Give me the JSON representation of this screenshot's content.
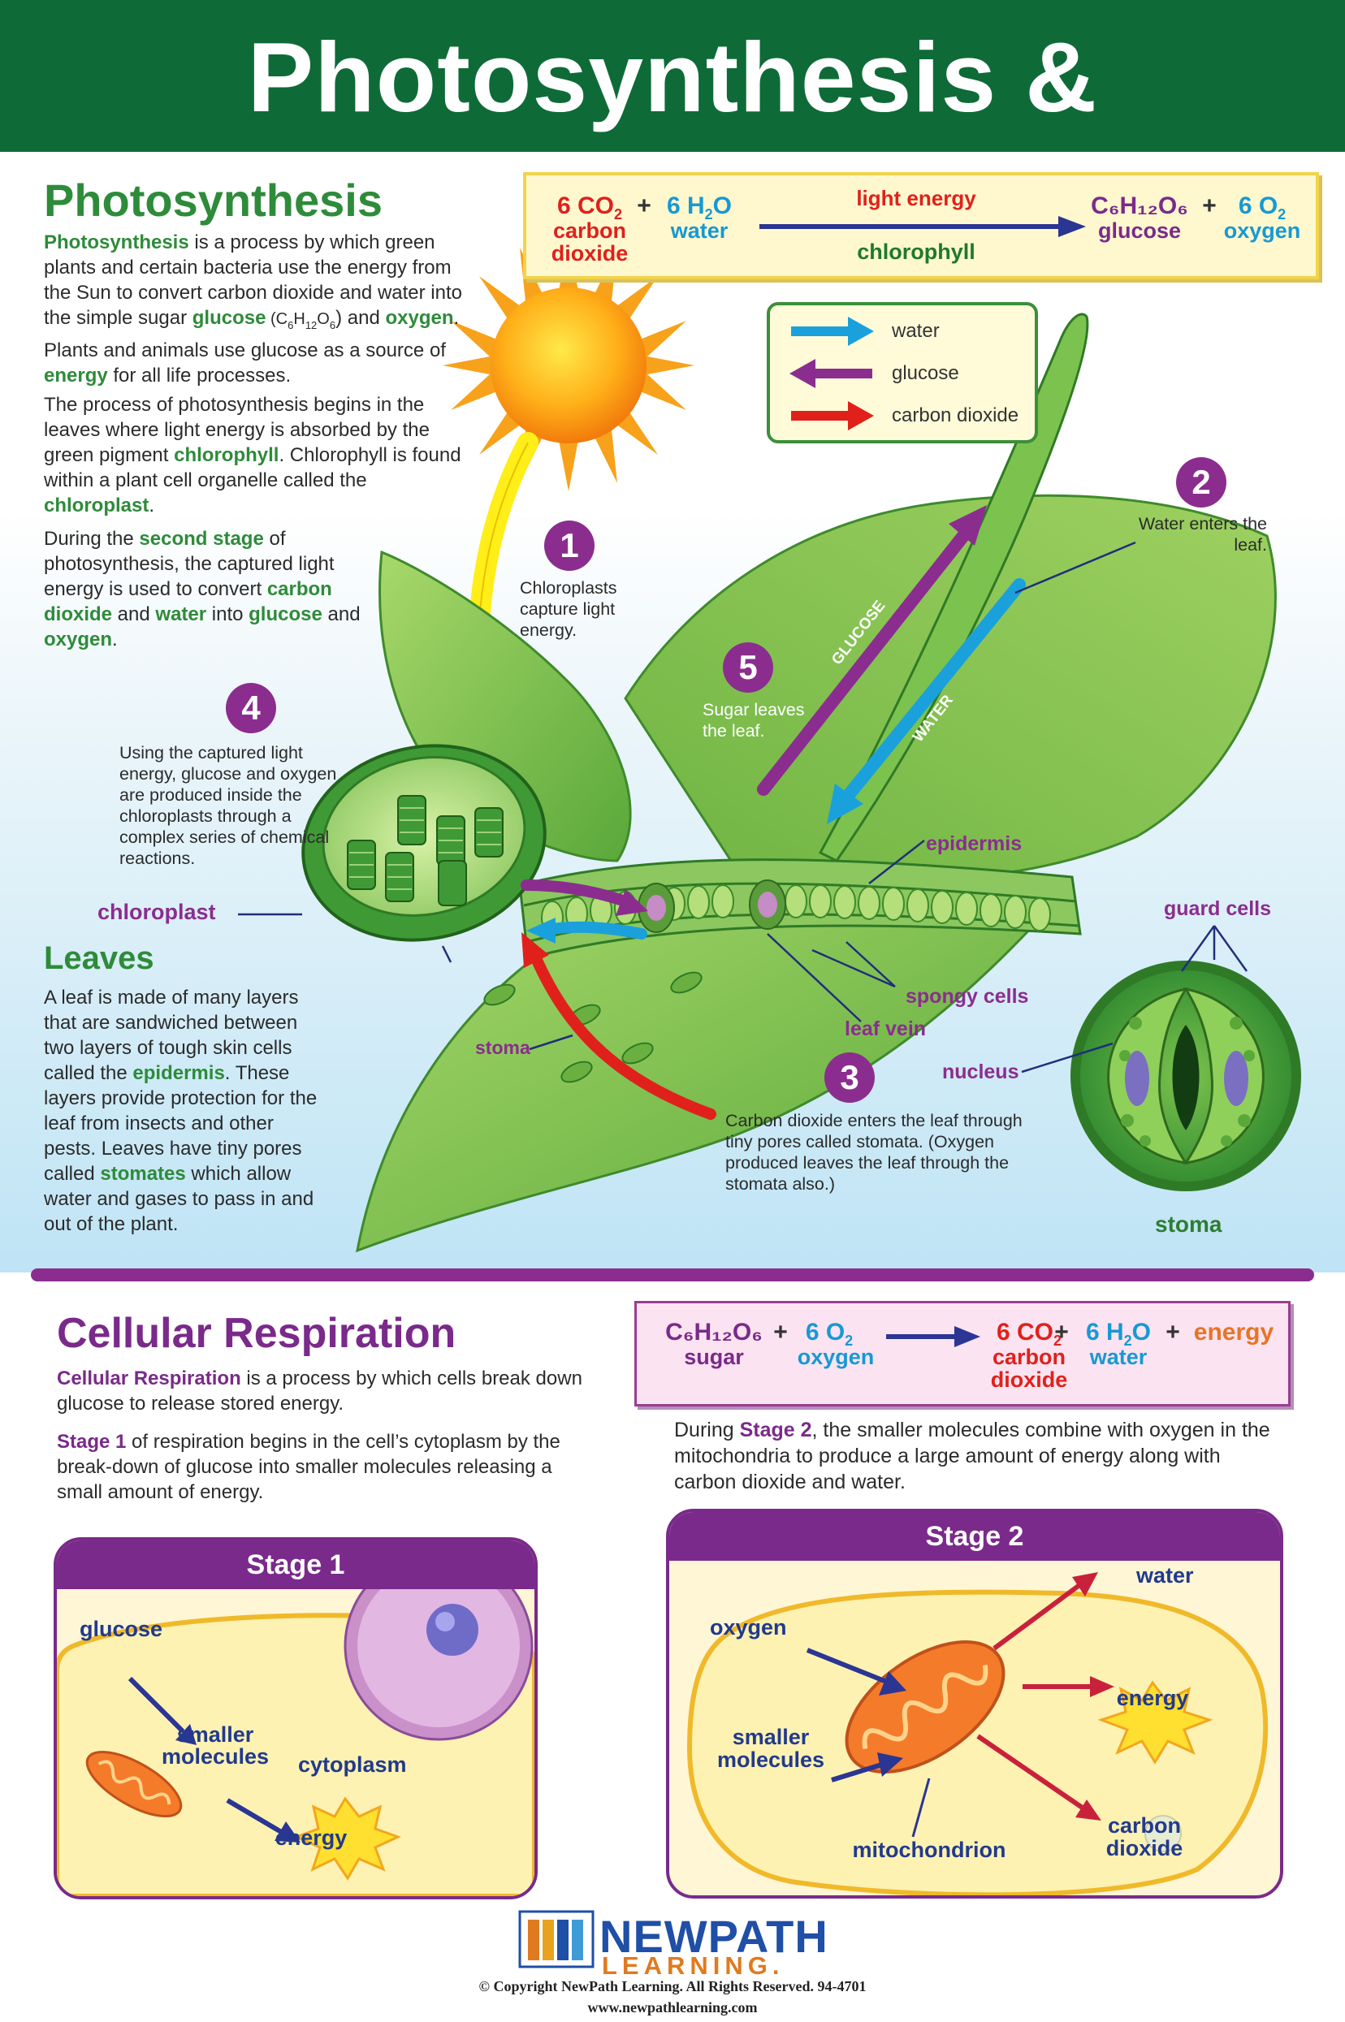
{
  "title": "Photosynthesis & Respiration",
  "photosynthesis": {
    "heading": "Photosynthesis",
    "paragraph1": {
      "term": "Photosynthesis",
      "t1": " is a process by which green plants and certain bacteria use the energy from the Sun to convert carbon dioxide and water into the simple sugar ",
      "glucose": "glucose",
      "formula_pre": " (C",
      "s6a": "6",
      "h": "H",
      "s12": "12",
      "o": "O",
      "s6b": "6",
      "formula_post": ") and ",
      "oxygen": "oxygen",
      "t2": ".  Plants and animals use glucose as a source of ",
      "energy": "energy",
      "t3": " for all life processes."
    },
    "paragraph2": {
      "t1": "The process of photosynthesis begins in the leaves where light energy is absorbed by the green pigment ",
      "chlorophyll": "chlorophyll",
      "t2": ".  Chlorophyll is found within a plant cell organelle called the ",
      "chloroplast": "chloroplast",
      "t3": "."
    },
    "paragraph3": {
      "t1": "During the ",
      "second_stage": "second stage",
      "t2": " of photosynthesis, the captured light energy is used to convert ",
      "carbon_dioxide": "carbon dioxide",
      "t3": " and ",
      "water": "water",
      "t4": " into ",
      "glucose": "glucose",
      "t5": " and ",
      "oxygen": "oxygen",
      "t6": "."
    },
    "equation": {
      "co2": "6 CO",
      "co2_sub": "2",
      "co2_label1": "carbon",
      "co2_label2": "dioxide",
      "plus1": "+",
      "h2o": "6 H",
      "h2o_sub": "2",
      "h2o_o": "O",
      "h2o_label": "water",
      "above_arrow": "light energy",
      "below_arrow": "chlorophyll",
      "glucose_formula": "C₆H₁₂O₆",
      "glucose_label": "glucose",
      "plus2": "+",
      "o2": "6 O",
      "o2_sub": "2",
      "o2_label": "oxygen"
    },
    "legend": [
      "water",
      "glucose",
      "carbon dioxide"
    ],
    "steps": [
      {
        "n": "1",
        "text": "Chloroplasts capture light energy."
      },
      {
        "n": "2",
        "text": "Water enters the leaf."
      },
      {
        "n": "3",
        "text": "Carbon dioxide enters the leaf through tiny pores called stomata. (Oxygen produced leaves the leaf through the stomata also.)"
      },
      {
        "n": "4",
        "text": "Using the captured light energy, glucose and oxygen are produced inside the chloroplasts through a complex series of chemical reactions."
      },
      {
        "n": "5",
        "text": "Sugar leaves the leaf."
      }
    ],
    "labels": {
      "chloroplast": "chloroplast",
      "epidermis": "epidermis",
      "guard_cells": "guard cells",
      "spongy_cells": "spongy cells",
      "leaf_vein": "leaf vein",
      "stoma": "stoma",
      "nucleus": "nucleus",
      "stoma_big": "stoma",
      "glucose_arrow": "GLUCOSE",
      "water_arrow": "WATER"
    },
    "colors": {
      "water": "#1aa1dc",
      "glucose": "#8b2d8f",
      "carbon_dioxide": "#e0211b",
      "banner": "#0e6b37"
    }
  },
  "leaves": {
    "heading": "Leaves",
    "t1": "A leaf is made of many layers that are sandwiched between two layers of tough skin cells called the ",
    "epidermis": "epidermis",
    "t2": ".  These layers provide protection for the leaf from insects and other pests.  Leaves have tiny pores called ",
    "stomates": "stomates",
    "t3": " which allow water and gases to pass in and out of the plant."
  },
  "respiration": {
    "heading": "Cellular Respiration",
    "p1": {
      "term": "Cellular Respiration",
      "text": " is a process by which cells break down glucose to release stored energy."
    },
    "p2": {
      "term": "Stage 1",
      "text": " of respiration begins in the cell’s cytoplasm by the break-down of glucose into smaller molecules releasing a small amount of energy."
    },
    "p3": {
      "pre": "During ",
      "term": "Stage 2",
      "text": ", the smaller molecules combine with oxygen in the mitochondria to produce a large amount of energy along with carbon dioxide and water."
    },
    "equation": {
      "glucose_formula": "C₆H₁₂O₆",
      "glucose_label": "sugar",
      "plus1": "+",
      "o2": "6 O",
      "o2_sub": "2",
      "o2_label": "oxygen",
      "co2": "6 CO",
      "co2_sub": "2",
      "co2_label1": "carbon",
      "co2_label2": "dioxide",
      "plus2": "+",
      "h2o": "6 H",
      "h2o_sub": "2",
      "h2o_o": "O",
      "h2o_label": "water",
      "plus3": "+",
      "energy": "energy"
    },
    "stage1": {
      "title": "Stage 1",
      "glucose": "glucose",
      "smaller1": "smaller",
      "smaller2": "molecules",
      "cytoplasm": "cytoplasm",
      "energy": "energy"
    },
    "stage2": {
      "title": "Stage 2",
      "water": "water",
      "oxygen": "oxygen",
      "energy": "energy",
      "smaller1": "smaller",
      "smaller2": "molecules",
      "mitochondrion": "mitochondrion",
      "carbon": "carbon",
      "dioxide": "dioxide"
    }
  },
  "footer": {
    "logo_main": "NEWPATH",
    "logo_sub": "LEARNING.",
    "copyright": "© Copyright NewPath Learning. All Rights Reserved. 94-4701",
    "website": "www.newpathlearning.com"
  }
}
